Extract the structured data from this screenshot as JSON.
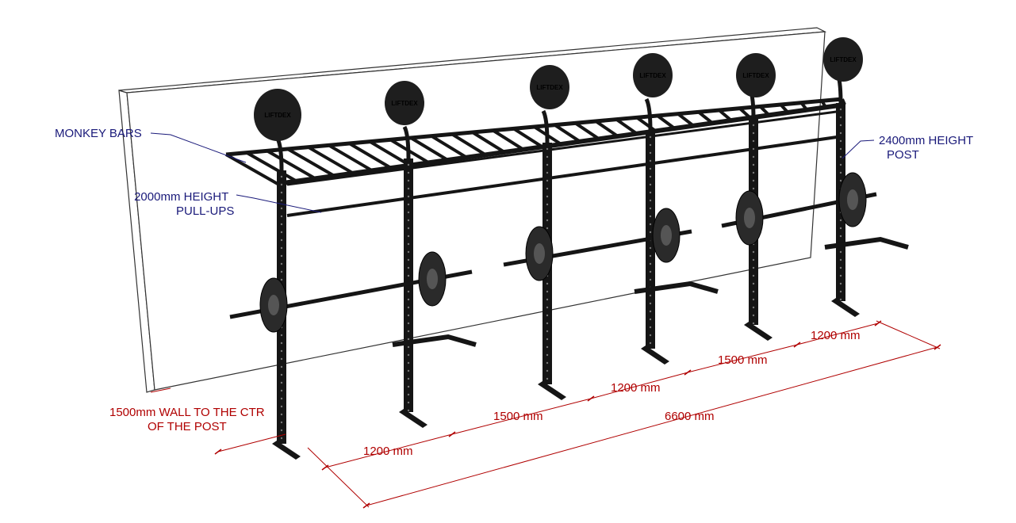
{
  "labels": {
    "monkey_bars": "MONKEY BARS",
    "pullups_line1": "2000mm HEIGHT",
    "pullups_line2": "PULL-UPS",
    "post_line1": "2400mm HEIGHT",
    "post_line2": "POST",
    "wall_line1": "1500mm WALL TO THE CTR",
    "wall_line2": "OF THE POST"
  },
  "dimensions": {
    "gaps": [
      "1200 mm",
      "1500 mm",
      "1200 mm",
      "1500 mm",
      "1200 mm"
    ],
    "total": "6600 mm"
  },
  "logo_text": "LIFTDEX",
  "colors": {
    "annotation": "#1a1a7a",
    "dimension": "#b00000",
    "frame": "#151515",
    "wall": "#ffffff"
  }
}
